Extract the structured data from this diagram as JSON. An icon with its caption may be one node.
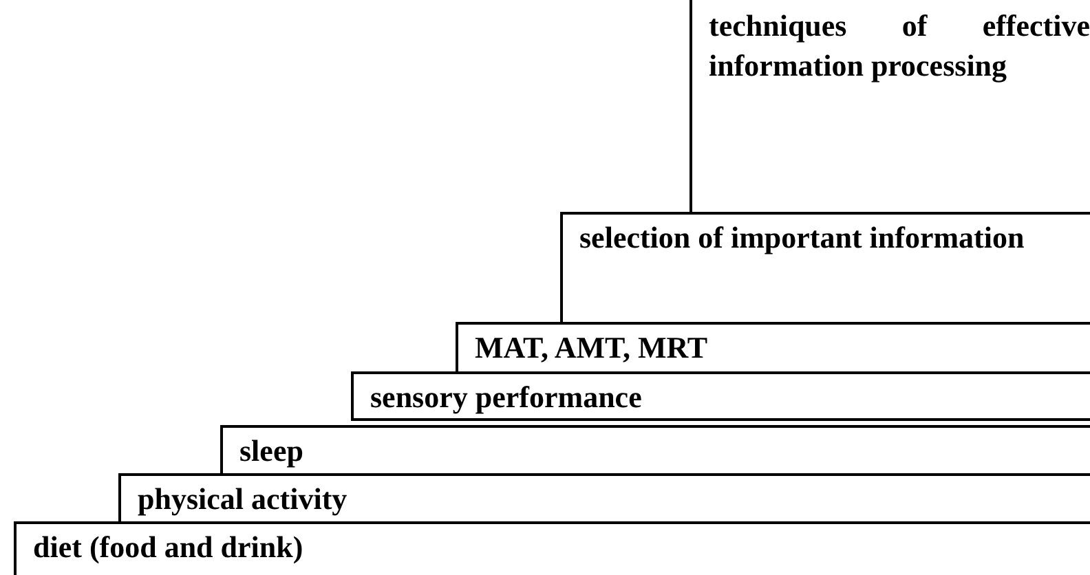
{
  "diagram": {
    "nodes": [
      {
        "text": [
          "techniques of effective information processing"
        ]
      },
      {
        "text": [
          "selection of important information"
        ]
      },
      {
        "text": [
          "MAT, AMT, MRT"
        ]
      },
      {
        "text": [
          "sensory performance"
        ]
      },
      {
        "text": [
          "sleep"
        ]
      },
      {
        "text": [
          "physical activity"
        ]
      },
      {
        "text": [
          "diet (food and drink)"
        ]
      }
    ]
  }
}
